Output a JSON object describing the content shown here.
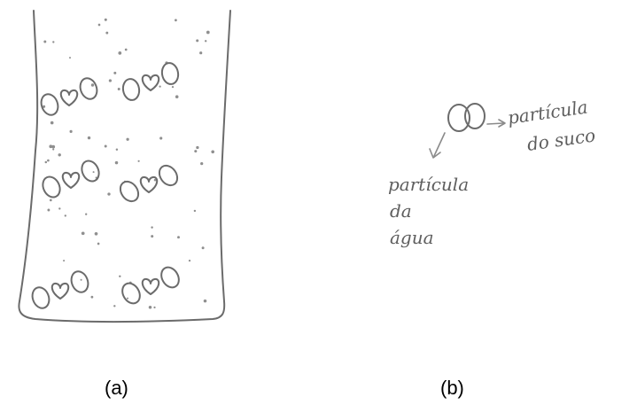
{
  "panel_a": {
    "caption": "(a)"
  },
  "panel_b": {
    "caption": "(b)",
    "label_juice": [
      "partícula",
      "do suco"
    ],
    "label_water": [
      "partícula",
      "da",
      "água"
    ]
  },
  "legend": {
    "juice_symbol": "oval-particle-icon",
    "water_symbol": "heart-particle-icon"
  }
}
